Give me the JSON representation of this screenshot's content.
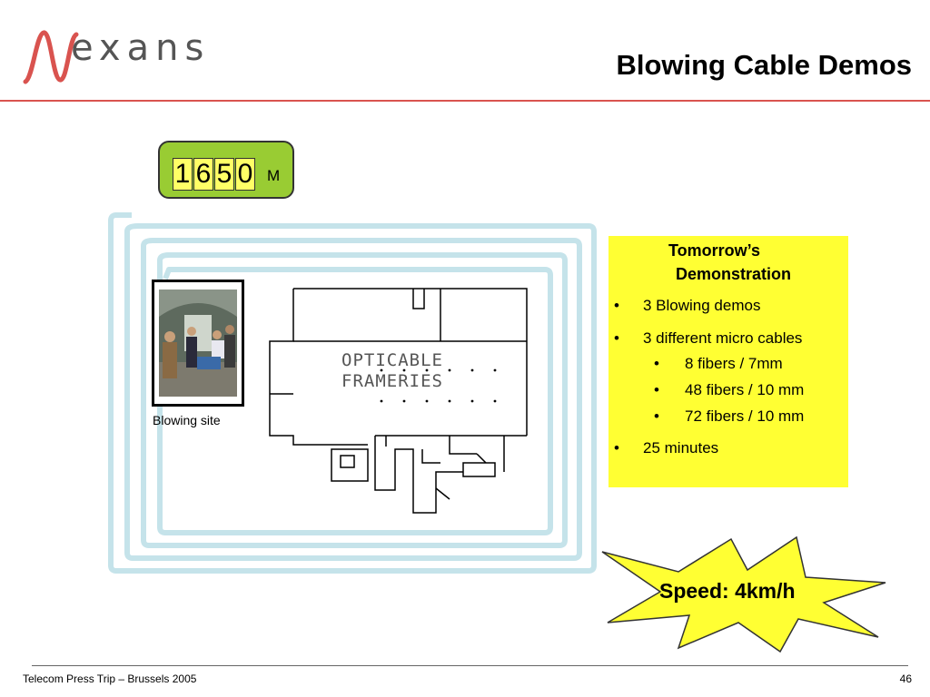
{
  "header": {
    "logo_text": "exans",
    "title": "Blowing Cable Demos"
  },
  "counter": {
    "digits": [
      "1",
      "6",
      "5",
      "0"
    ],
    "unit": "M"
  },
  "photo": {
    "caption": "Blowing site"
  },
  "plan": {
    "label_line1": "OPTICABLE",
    "label_line2": "FRAMERIES"
  },
  "info_box": {
    "title_line1": "Tomorrow’s",
    "title_line2": "Demonstration",
    "bullet": "•",
    "items": [
      "3 Blowing demos",
      "3 different micro cables"
    ],
    "sub_items": [
      "8  fibers /  7mm",
      "48 fibers / 10 mm",
      "72 fibers / 10 mm"
    ],
    "last_item": "25 minutes"
  },
  "speed": {
    "text": "Speed: 4km/h"
  },
  "footer": {
    "left": "Telecom Press Trip – Brussels 2005",
    "page": "46"
  },
  "colors": {
    "brand_red": "#d9534f",
    "counter_green": "#99cc33",
    "digit_yellow": "#ffff66",
    "info_yellow": "#ffff33",
    "route_blue": "#c5e3ea"
  }
}
